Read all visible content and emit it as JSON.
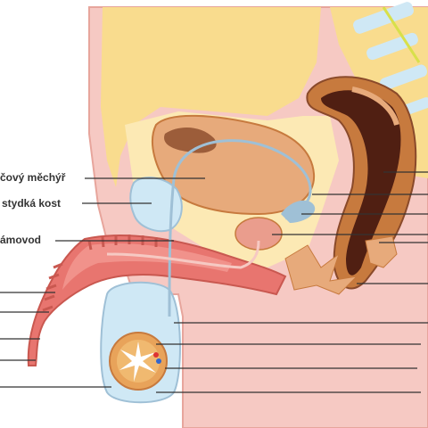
{
  "labels": {
    "bladder": "čový měchýř",
    "pubic_bone": "stydká kost",
    "vas_deferens": "ámovod"
  },
  "colors": {
    "skin": "#f6c9c3",
    "fat": "#f9dc8e",
    "fat_light": "#fce9b4",
    "bladder": "#e7aa7b",
    "bladder_inner": "#8a4a2a",
    "rectum": "#c77a3e",
    "rectum_dark": "#3b0f0a",
    "penis": "#e8756f",
    "bone": "#cfe8f5",
    "sperm_duct": "#9fc0d6",
    "prostate": "#ea9d8d",
    "line": "#333333"
  },
  "icons": [
    "testis-cross-section",
    "spine-vertebrae"
  ]
}
